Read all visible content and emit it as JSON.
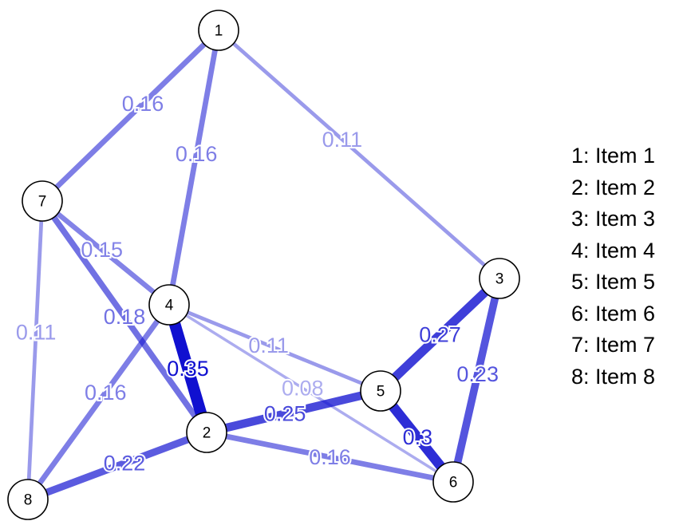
{
  "nodes": [
    {
      "id": "1",
      "label": "1"
    },
    {
      "id": "2",
      "label": "2"
    },
    {
      "id": "3",
      "label": "3"
    },
    {
      "id": "4",
      "label": "4"
    },
    {
      "id": "5",
      "label": "5"
    },
    {
      "id": "6",
      "label": "6"
    },
    {
      "id": "7",
      "label": "7"
    },
    {
      "id": "8",
      "label": "8"
    }
  ],
  "edges": [
    {
      "from": "1",
      "to": "7",
      "weight": 0.16,
      "label": "0.16"
    },
    {
      "from": "1",
      "to": "4",
      "weight": 0.16,
      "label": "0.16"
    },
    {
      "from": "1",
      "to": "3",
      "weight": 0.11,
      "label": "0.11"
    },
    {
      "from": "7",
      "to": "4",
      "weight": 0.15,
      "label": "0.15"
    },
    {
      "from": "7",
      "to": "2",
      "weight": 0.18,
      "label": "0.18"
    },
    {
      "from": "7",
      "to": "8",
      "weight": 0.11,
      "label": "0.11"
    },
    {
      "from": "4",
      "to": "2",
      "weight": 0.35,
      "label": "0.35"
    },
    {
      "from": "4",
      "to": "5",
      "weight": 0.11,
      "label": "0.11"
    },
    {
      "from": "4",
      "to": "6",
      "weight": 0.08,
      "label": "0.08"
    },
    {
      "from": "4",
      "to": "8",
      "weight": 0.16,
      "label": "0.16"
    },
    {
      "from": "2",
      "to": "8",
      "weight": 0.22,
      "label": "0.22"
    },
    {
      "from": "2",
      "to": "5",
      "weight": 0.25,
      "label": "0.25"
    },
    {
      "from": "2",
      "to": "6",
      "weight": 0.16,
      "label": "0.16"
    },
    {
      "from": "3",
      "to": "5",
      "weight": 0.27,
      "label": "0.27"
    },
    {
      "from": "3",
      "to": "6",
      "weight": 0.23,
      "label": "0.23"
    },
    {
      "from": "5",
      "to": "6",
      "weight": 0.3,
      "label": "0.3"
    }
  ],
  "legend": [
    "1: Item 1",
    "2: Item 2",
    "3: Item 3",
    "4: Item 4",
    "5: Item 5",
    "6: Item 6",
    "7: Item 7",
    "8: Item 8"
  ],
  "colors": {
    "edge": "#1010d0",
    "node_fill": "#ffffff",
    "node_stroke": "#000000",
    "background": "#ffffff",
    "text": "#000000"
  }
}
